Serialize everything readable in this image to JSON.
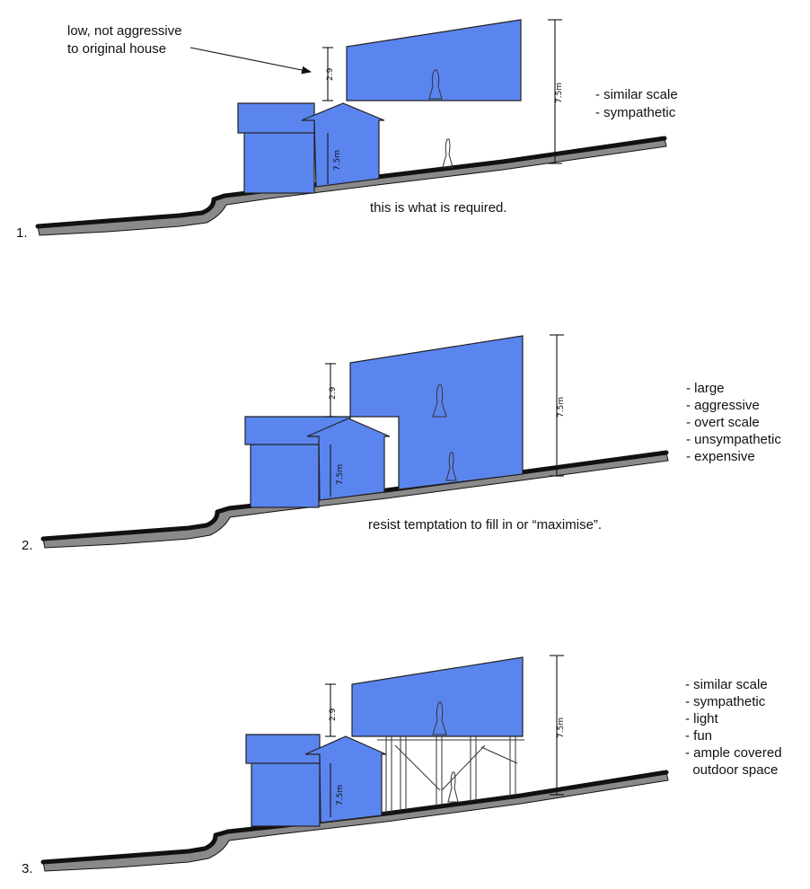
{
  "colors": {
    "mass": "#5b85ee",
    "ground": "#8a8a8a",
    "ink": "#111111"
  },
  "dimensions": {
    "low_height": "2.9",
    "total_height": "7.5m",
    "house_height": "7.5m"
  },
  "section1": {
    "number": "1.",
    "annotation_line1": "low, not aggressive",
    "annotation_line2": "to original house",
    "caption": "this is what is required.",
    "notes": [
      "- similar scale",
      "- sympathetic"
    ]
  },
  "section2": {
    "number": "2.",
    "caption": "resist temptation to fill in or “maximise”.",
    "notes": [
      "- large",
      "- aggressive",
      "- overt scale",
      "- unsympathetic",
      "- expensive"
    ]
  },
  "section3": {
    "number": "3.",
    "notes": [
      "- similar scale",
      "- sympathetic",
      "- light",
      "- fun",
      "- ample covered",
      "  outdoor space"
    ]
  }
}
